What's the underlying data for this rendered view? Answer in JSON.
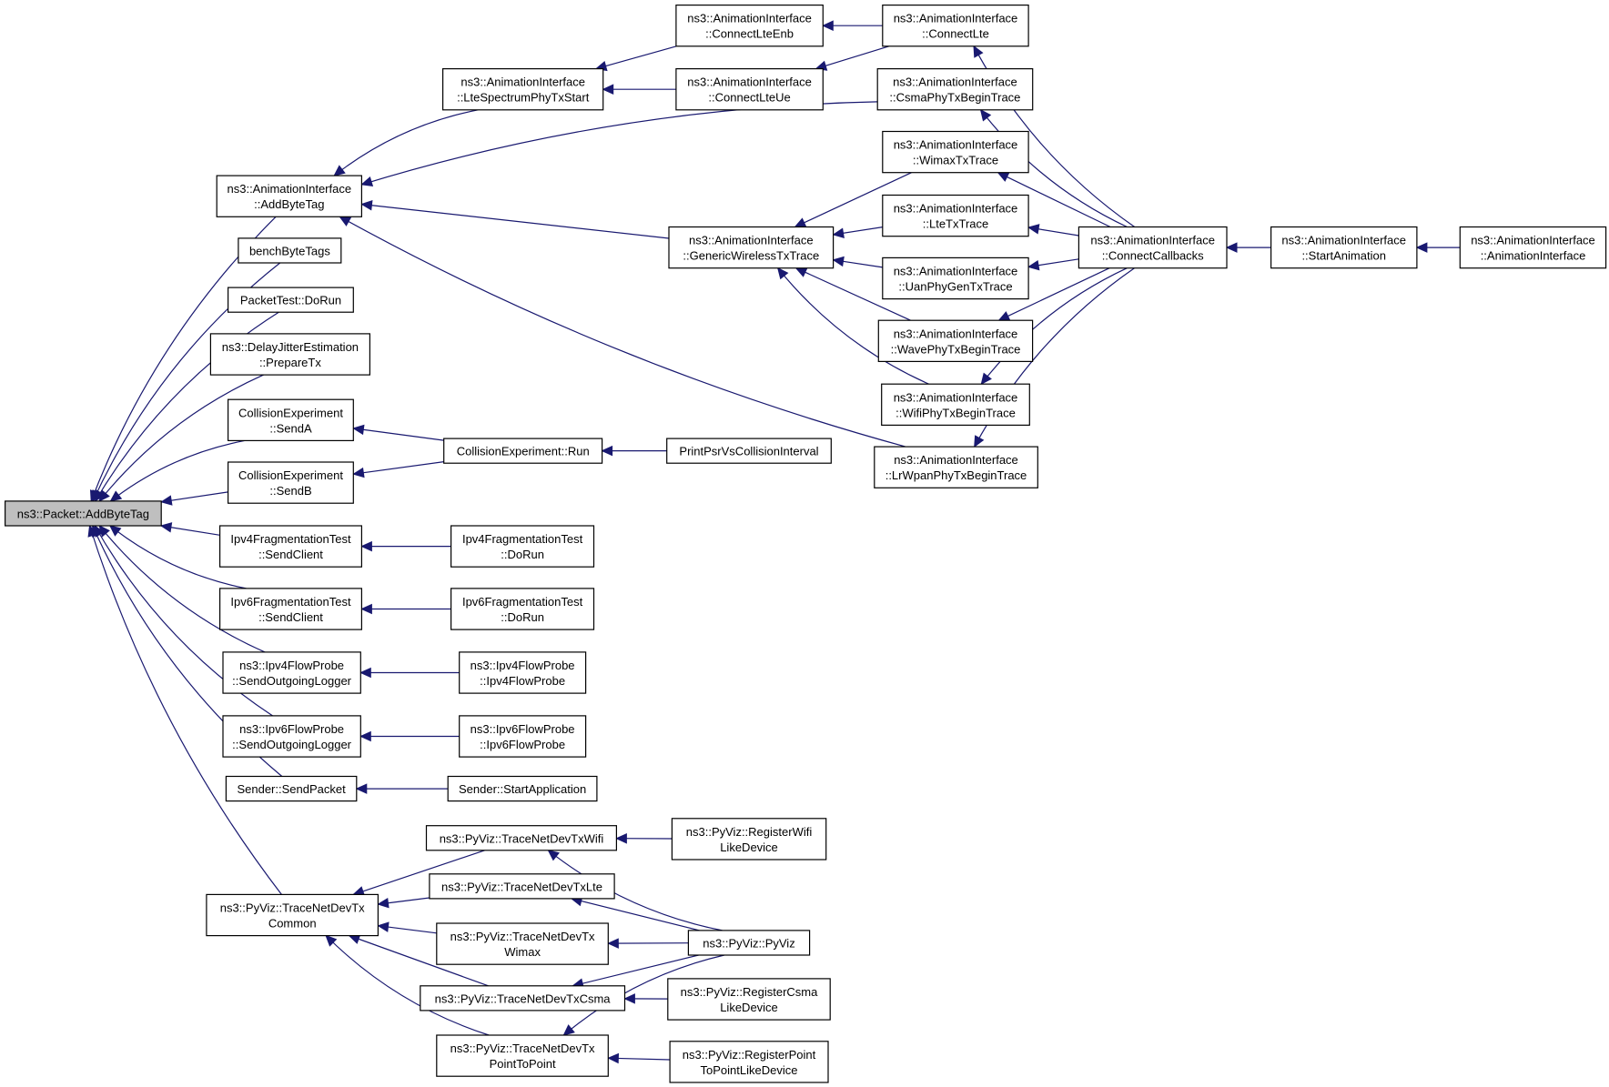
{
  "diagram": {
    "title": "",
    "colors": {
      "edge": "#191970",
      "root_fill": "#bfbfbf",
      "node_fill": "#ffffff",
      "node_stroke": "#000000"
    },
    "nodes": [
      {
        "id": "packet_addbytetag",
        "lines": [
          "ns3::Packet::AddByteTag"
        ],
        "root": true
      },
      {
        "id": "anim_addbytetag",
        "lines": [
          "ns3::AnimationInterface",
          "::AddByteTag"
        ]
      },
      {
        "id": "benchbytetags",
        "lines": [
          "benchByteTags"
        ]
      },
      {
        "id": "packettest_dorun",
        "lines": [
          "PacketTest::DoRun"
        ]
      },
      {
        "id": "delayjitter_preparetx",
        "lines": [
          "ns3::DelayJitterEstimation",
          "::PrepareTx"
        ]
      },
      {
        "id": "collision_senda",
        "lines": [
          "CollisionExperiment",
          "::SendA"
        ]
      },
      {
        "id": "collision_sendb",
        "lines": [
          "CollisionExperiment",
          "::SendB"
        ]
      },
      {
        "id": "ipv4frag_sendclient",
        "lines": [
          "Ipv4FragmentationTest",
          "::SendClient"
        ]
      },
      {
        "id": "ipv6frag_sendclient",
        "lines": [
          "Ipv6FragmentationTest",
          "::SendClient"
        ]
      },
      {
        "id": "ipv4flowprobe_logger",
        "lines": [
          "ns3::Ipv4FlowProbe",
          "::SendOutgoingLogger"
        ]
      },
      {
        "id": "ipv6flowprobe_logger",
        "lines": [
          "ns3::Ipv6FlowProbe",
          "::SendOutgoingLogger"
        ]
      },
      {
        "id": "sender_sendpacket",
        "lines": [
          "Sender::SendPacket"
        ]
      },
      {
        "id": "pyviz_tracecommon",
        "lines": [
          "ns3::PyViz::TraceNetDevTx",
          "Common"
        ]
      },
      {
        "id": "anim_ltespectrum",
        "lines": [
          "ns3::AnimationInterface",
          "::LteSpectrumPhyTxStart"
        ]
      },
      {
        "id": "anim_genericwireless",
        "lines": [
          "ns3::AnimationInterface",
          "::GenericWirelessTxTrace"
        ]
      },
      {
        "id": "collision_run",
        "lines": [
          "CollisionExperiment::Run"
        ]
      },
      {
        "id": "ipv4frag_dorun",
        "lines": [
          "Ipv4FragmentationTest",
          "::DoRun"
        ]
      },
      {
        "id": "ipv6frag_dorun",
        "lines": [
          "Ipv6FragmentationTest",
          "::DoRun"
        ]
      },
      {
        "id": "ipv4flowprobe_ctor",
        "lines": [
          "ns3::Ipv4FlowProbe",
          "::Ipv4FlowProbe"
        ]
      },
      {
        "id": "ipv6flowprobe_ctor",
        "lines": [
          "ns3::Ipv6FlowProbe",
          "::Ipv6FlowProbe"
        ]
      },
      {
        "id": "sender_startapp",
        "lines": [
          "Sender::StartApplication"
        ]
      },
      {
        "id": "pyviz_txwifi",
        "lines": [
          "ns3::PyViz::TraceNetDevTxWifi"
        ]
      },
      {
        "id": "pyviz_txlte",
        "lines": [
          "ns3::PyViz::TraceNetDevTxLte"
        ]
      },
      {
        "id": "pyviz_txwimax",
        "lines": [
          "ns3::PyViz::TraceNetDevTx",
          "Wimax"
        ]
      },
      {
        "id": "pyviz_txcsma",
        "lines": [
          "ns3::PyViz::TraceNetDevTxCsma"
        ]
      },
      {
        "id": "pyviz_txp2p",
        "lines": [
          "ns3::PyViz::TraceNetDevTx",
          "PointToPoint"
        ]
      },
      {
        "id": "anim_connectlteenb",
        "lines": [
          "ns3::AnimationInterface",
          "::ConnectLteEnb"
        ]
      },
      {
        "id": "anim_connectlteue",
        "lines": [
          "ns3::AnimationInterface",
          "::ConnectLteUe"
        ]
      },
      {
        "id": "printpsr",
        "lines": [
          "PrintPsrVsCollisionInterval"
        ]
      },
      {
        "id": "pyviz_regwifi",
        "lines": [
          "ns3::PyViz::RegisterWifi",
          "LikeDevice"
        ]
      },
      {
        "id": "pyviz_pyviz",
        "lines": [
          "ns3::PyViz::PyViz"
        ]
      },
      {
        "id": "pyviz_regcsma",
        "lines": [
          "ns3::PyViz::RegisterCsma",
          "LikeDevice"
        ]
      },
      {
        "id": "pyviz_regp2p",
        "lines": [
          "ns3::PyViz::RegisterPoint",
          "ToPointLikeDevice"
        ]
      },
      {
        "id": "anim_connectlte",
        "lines": [
          "ns3::AnimationInterface",
          "::ConnectLte"
        ]
      },
      {
        "id": "anim_csma",
        "lines": [
          "ns3::AnimationInterface",
          "::CsmaPhyTxBeginTrace"
        ]
      },
      {
        "id": "anim_wimax",
        "lines": [
          "ns3::AnimationInterface",
          "::WimaxTxTrace"
        ]
      },
      {
        "id": "anim_ltetx",
        "lines": [
          "ns3::AnimationInterface",
          "::LteTxTrace"
        ]
      },
      {
        "id": "anim_uan",
        "lines": [
          "ns3::AnimationInterface",
          "::UanPhyGenTxTrace"
        ]
      },
      {
        "id": "anim_wave",
        "lines": [
          "ns3::AnimationInterface",
          "::WavePhyTxBeginTrace"
        ]
      },
      {
        "id": "anim_wifi",
        "lines": [
          "ns3::AnimationInterface",
          "::WifiPhyTxBeginTrace"
        ]
      },
      {
        "id": "anim_lrwpan",
        "lines": [
          "ns3::AnimationInterface",
          "::LrWpanPhyTxBeginTrace"
        ]
      },
      {
        "id": "anim_connectcallbacks",
        "lines": [
          "ns3::AnimationInterface",
          "::ConnectCallbacks"
        ]
      },
      {
        "id": "anim_startanimation",
        "lines": [
          "ns3::AnimationInterface",
          "::StartAnimation"
        ]
      },
      {
        "id": "anim_ctor",
        "lines": [
          "ns3::AnimationInterface",
          "::AnimationInterface"
        ]
      }
    ],
    "edges": [
      {
        "from": "anim_addbytetag",
        "to": "packet_addbytetag"
      },
      {
        "from": "benchbytetags",
        "to": "packet_addbytetag"
      },
      {
        "from": "packettest_dorun",
        "to": "packet_addbytetag"
      },
      {
        "from": "delayjitter_preparetx",
        "to": "packet_addbytetag"
      },
      {
        "from": "collision_senda",
        "to": "packet_addbytetag"
      },
      {
        "from": "collision_sendb",
        "to": "packet_addbytetag"
      },
      {
        "from": "ipv4frag_sendclient",
        "to": "packet_addbytetag"
      },
      {
        "from": "ipv6frag_sendclient",
        "to": "packet_addbytetag"
      },
      {
        "from": "ipv4flowprobe_logger",
        "to": "packet_addbytetag"
      },
      {
        "from": "ipv6flowprobe_logger",
        "to": "packet_addbytetag"
      },
      {
        "from": "sender_sendpacket",
        "to": "packet_addbytetag"
      },
      {
        "from": "pyviz_tracecommon",
        "to": "packet_addbytetag"
      },
      {
        "from": "anim_ltespectrum",
        "to": "anim_addbytetag"
      },
      {
        "from": "anim_csma",
        "to": "anim_addbytetag"
      },
      {
        "from": "anim_genericwireless",
        "to": "anim_addbytetag"
      },
      {
        "from": "anim_lrwpan",
        "to": "anim_addbytetag"
      },
      {
        "from": "collision_run",
        "to": "collision_senda"
      },
      {
        "from": "collision_run",
        "to": "collision_sendb"
      },
      {
        "from": "ipv4frag_dorun",
        "to": "ipv4frag_sendclient"
      },
      {
        "from": "ipv6frag_dorun",
        "to": "ipv6frag_sendclient"
      },
      {
        "from": "ipv4flowprobe_ctor",
        "to": "ipv4flowprobe_logger"
      },
      {
        "from": "ipv6flowprobe_ctor",
        "to": "ipv6flowprobe_logger"
      },
      {
        "from": "sender_startapp",
        "to": "sender_sendpacket"
      },
      {
        "from": "pyviz_txwifi",
        "to": "pyviz_tracecommon"
      },
      {
        "from": "pyviz_txlte",
        "to": "pyviz_tracecommon"
      },
      {
        "from": "pyviz_txwimax",
        "to": "pyviz_tracecommon"
      },
      {
        "from": "pyviz_txcsma",
        "to": "pyviz_tracecommon"
      },
      {
        "from": "pyviz_txp2p",
        "to": "pyviz_tracecommon"
      },
      {
        "from": "anim_connectlteenb",
        "to": "anim_ltespectrum"
      },
      {
        "from": "anim_connectlteue",
        "to": "anim_ltespectrum"
      },
      {
        "from": "anim_wimax",
        "to": "anim_genericwireless"
      },
      {
        "from": "anim_ltetx",
        "to": "anim_genericwireless"
      },
      {
        "from": "anim_uan",
        "to": "anim_genericwireless"
      },
      {
        "from": "anim_wave",
        "to": "anim_genericwireless"
      },
      {
        "from": "anim_wifi",
        "to": "anim_genericwireless"
      },
      {
        "from": "printpsr",
        "to": "collision_run"
      },
      {
        "from": "pyviz_regwifi",
        "to": "pyviz_txwifi"
      },
      {
        "from": "pyviz_pyviz",
        "to": "pyviz_txwifi"
      },
      {
        "from": "pyviz_pyviz",
        "to": "pyviz_txlte"
      },
      {
        "from": "pyviz_pyviz",
        "to": "pyviz_txwimax"
      },
      {
        "from": "pyviz_pyviz",
        "to": "pyviz_txcsma"
      },
      {
        "from": "pyviz_pyviz",
        "to": "pyviz_txp2p"
      },
      {
        "from": "pyviz_regcsma",
        "to": "pyviz_txcsma"
      },
      {
        "from": "pyviz_regp2p",
        "to": "pyviz_txp2p"
      },
      {
        "from": "anim_connectlte",
        "to": "anim_connectlteenb"
      },
      {
        "from": "anim_connectlte",
        "to": "anim_connectlteue"
      },
      {
        "from": "anim_connectcallbacks",
        "to": "anim_connectlte"
      },
      {
        "from": "anim_connectcallbacks",
        "to": "anim_csma"
      },
      {
        "from": "anim_connectcallbacks",
        "to": "anim_wimax"
      },
      {
        "from": "anim_connectcallbacks",
        "to": "anim_ltetx"
      },
      {
        "from": "anim_connectcallbacks",
        "to": "anim_uan"
      },
      {
        "from": "anim_connectcallbacks",
        "to": "anim_wave"
      },
      {
        "from": "anim_connectcallbacks",
        "to": "anim_wifi"
      },
      {
        "from": "anim_connectcallbacks",
        "to": "anim_lrwpan"
      },
      {
        "from": "anim_startanimation",
        "to": "anim_connectcallbacks"
      },
      {
        "from": "anim_ctor",
        "to": "anim_startanimation"
      }
    ]
  }
}
